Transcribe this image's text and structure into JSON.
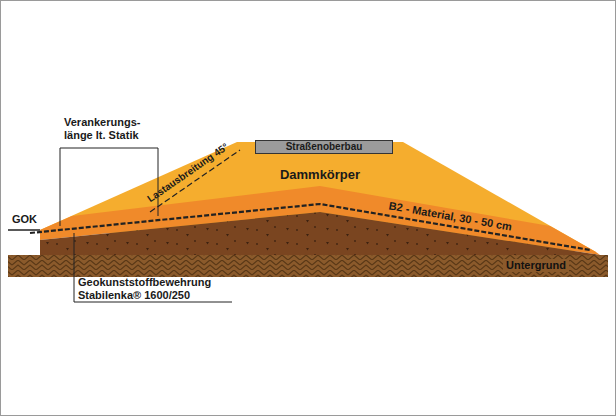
{
  "diagram": {
    "nodes": [
      {
        "text": [
          "Straßenoberbau"
        ]
      }
    ],
    "labels": [
      "Dammkörper",
      "Verankerungs- länge lt. Statik",
      "Lastausbreitung 45°",
      "B2 - Material, 30 - 50 cm",
      "GOK",
      "Untergrund",
      "Geokunststoffbewehrung Stabilenka® 1600/250"
    ]
  }
}
